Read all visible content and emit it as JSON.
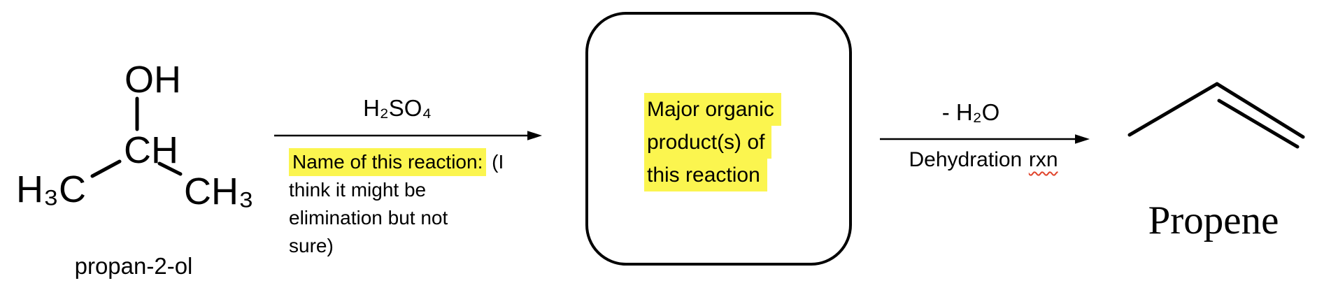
{
  "reactant": {
    "structure": {
      "oh": "OH",
      "ch": "CH",
      "h3c": "H₃C",
      "ch3": "CH₃"
    },
    "name": "propan-2-ol"
  },
  "step1": {
    "reagent": "H₂SO₄",
    "note": {
      "highlighted": "Name of this reaction:",
      "line1_rest": " (I",
      "line2": "think it might be",
      "line3": "elimination but not",
      "line4": "sure)"
    }
  },
  "product_box": {
    "line1": "Major organic",
    "line2": "product(s) of",
    "line3": "this reaction"
  },
  "step2": {
    "reagent": "- H₂O",
    "label_word1": "Dehydration",
    "label_word2": "rxn"
  },
  "product": {
    "name": "Propene"
  },
  "colors": {
    "highlight": "#FBF54F",
    "squiggle": "#E0442C",
    "ink": "#000000"
  }
}
